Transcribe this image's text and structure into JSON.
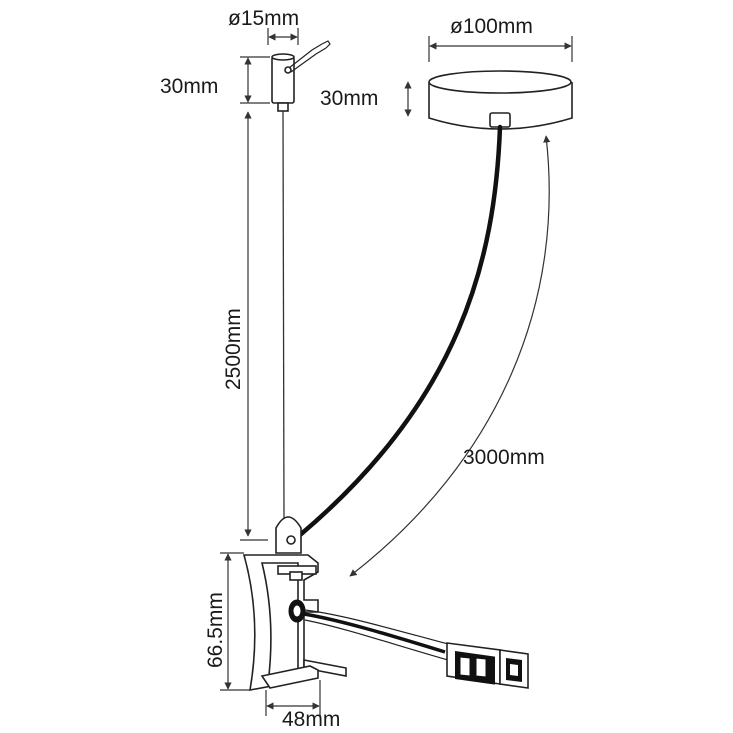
{
  "dimensions": {
    "small_canopy_diameter": "ø15mm",
    "small_canopy_height": "30mm",
    "large_canopy_diameter": "ø100mm",
    "large_canopy_height": "30mm",
    "wire_length": "2500mm",
    "cable_length": "3000mm",
    "fixture_height": "66.5mm",
    "fixture_width": "48mm"
  },
  "colors": {
    "line": "#222222",
    "cable": "#111111",
    "background": "#ffffff"
  }
}
